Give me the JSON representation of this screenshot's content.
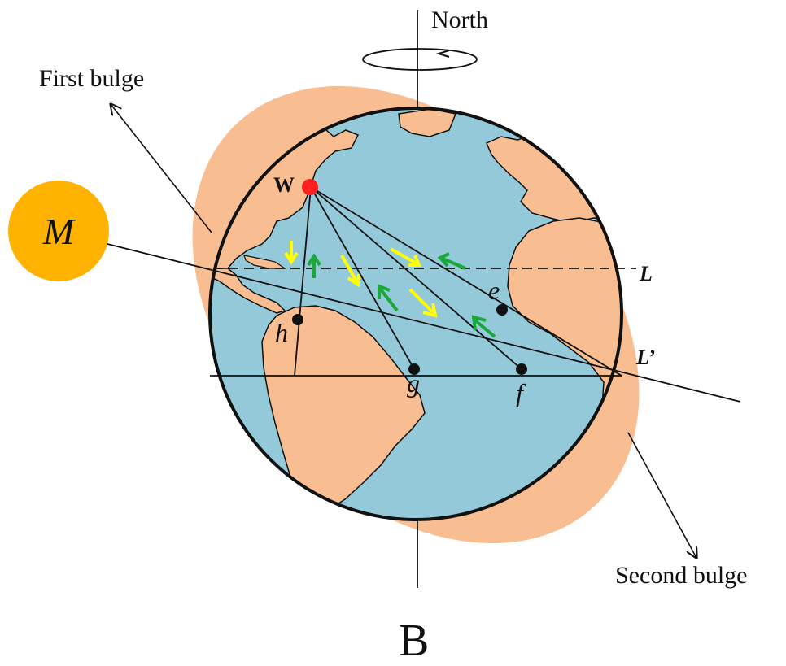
{
  "labels": {
    "north": "North",
    "first_bulge": "First bulge",
    "second_bulge": "Second bulge",
    "moon": "M",
    "point_w": "W",
    "line_l": "L",
    "line_l_prime": "L’",
    "point_e": "e",
    "point_f": "f",
    "point_g": "g",
    "point_h": "h",
    "panel": "B"
  },
  "colors": {
    "ocean": "#94c9da",
    "land": "#f8bd91",
    "bulge": "#f8bd91",
    "moon": "#ffb300",
    "point_w": "#ff1f1f",
    "arrow_yellow": "#ffff00",
    "arrow_green": "#1aa83b",
    "outline": "#111111"
  },
  "icons": {
    "rotation": "counterclockwise-rotation-arrow-icon",
    "flow_arrows": "tidal-flow-arrow-icon"
  }
}
